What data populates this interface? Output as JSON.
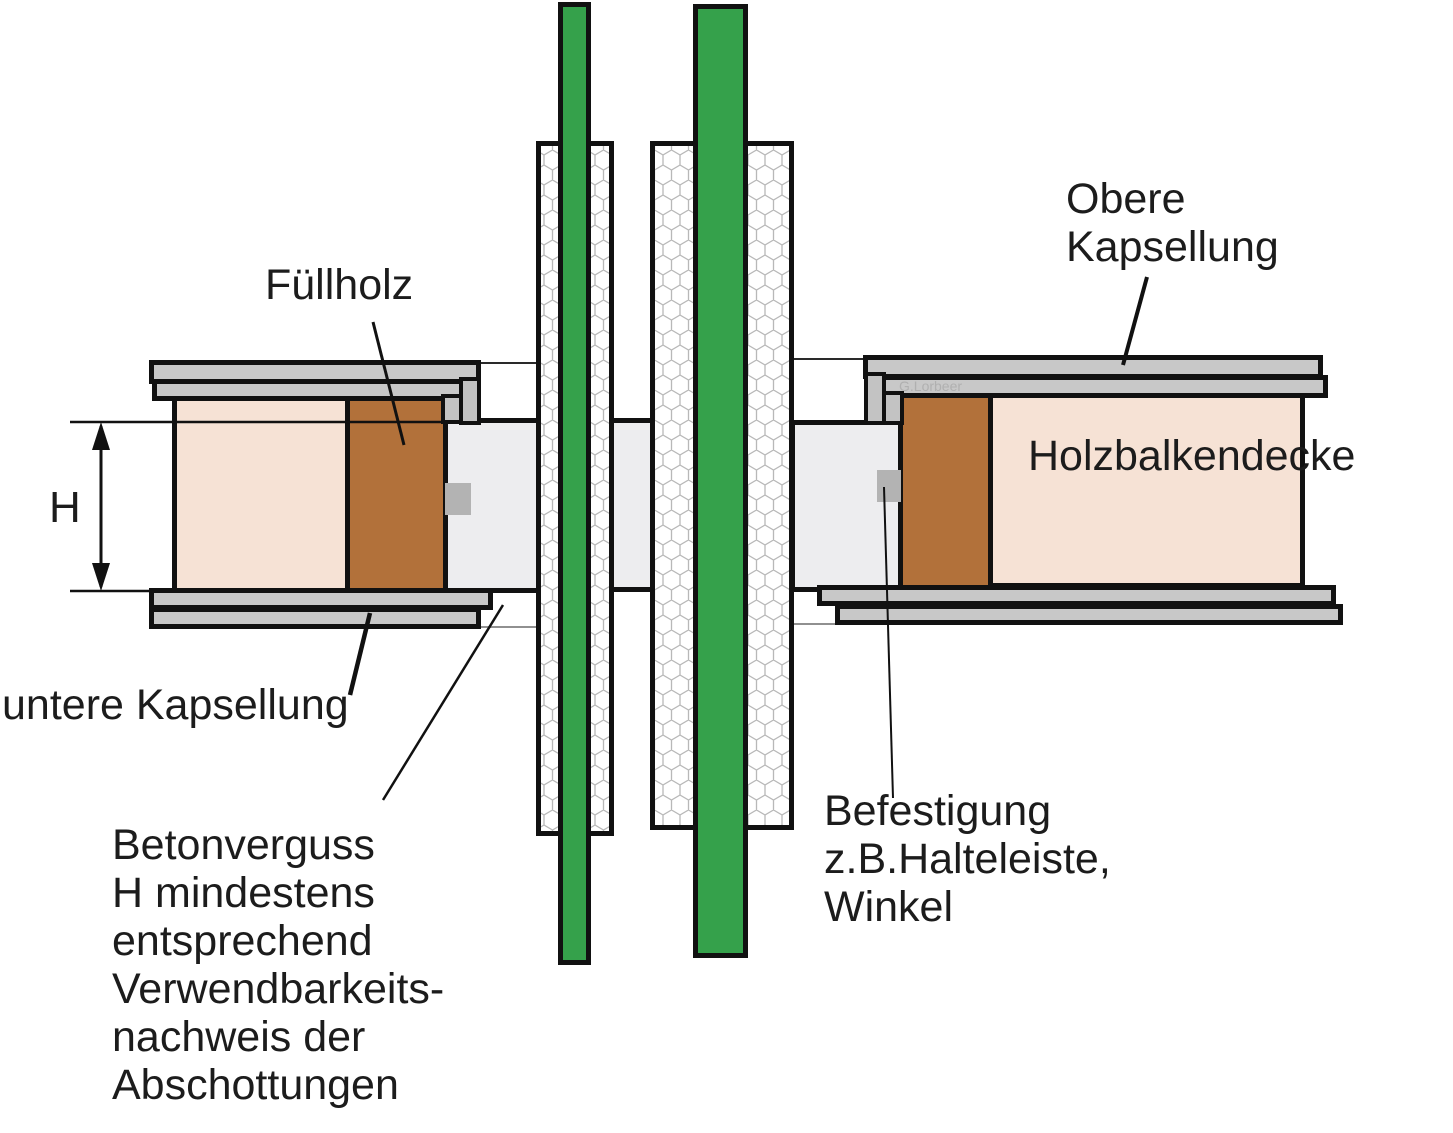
{
  "labels": {
    "fuellholz": "Füllholz",
    "obere_kapsellung": [
      "Obere",
      "Kapsellung"
    ],
    "holzbalkendecke": "Holzbalkendecke",
    "h_dimension": "H",
    "untere_kapsellung": "untere Kapsellung",
    "betonverguss": [
      "Betonverguss",
      "H mindestens",
      "entsprechend",
      "Verwendbarkeits-",
      "nachweis der",
      "Abschottungen"
    ],
    "befestigung": [
      "Befestigung",
      "z.B.Halteleiste,",
      "Winkel"
    ],
    "watermark": "G.Lorbeer"
  },
  "colors": {
    "pipe_green": "#35a14b",
    "fuellholz_brown": "#b2713a",
    "wood_deck_pink": "#f6e2d5",
    "kapsellung_gray": "#c8c8c8",
    "beton_gray": "#ededef",
    "hatch_line_gray": "#b8b8b8",
    "outline_black": "#111111",
    "fastener_gray": "#b3b3b3",
    "watermark_gray": "#b0b0b0"
  }
}
